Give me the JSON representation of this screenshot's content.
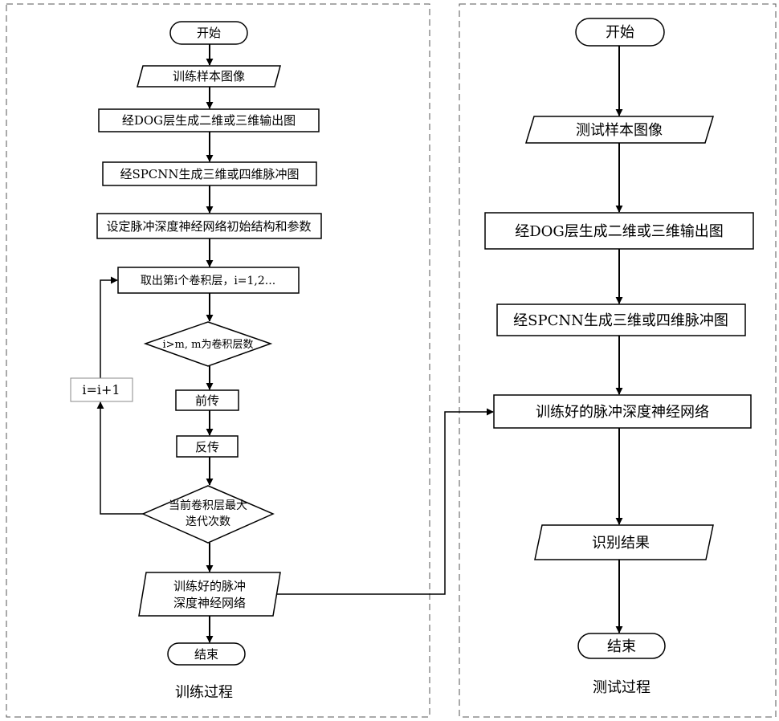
{
  "training": {
    "start": "开始",
    "input": "训练样本图像",
    "dog": "经DOG层生成二维或三维输出图",
    "spcnn": "经SPCNN生成三维或四维脉冲图",
    "init": "设定脉冲深度神经网络初始结构和参数",
    "take_layer": "取出第i个卷积层，i=1,2...",
    "cond1": "i>m, m为卷积层数",
    "forward": "前传",
    "backward": "反传",
    "cond2_line1": "当前卷积层最大",
    "cond2_line2": "迭代次数",
    "increment": "i=i+1",
    "output_line1": "训练好的脉冲",
    "output_line2": "深度神经网络",
    "end": "结束",
    "caption": "训练过程"
  },
  "testing": {
    "start": "开始",
    "input": "测试样本图像",
    "dog": "经DOG层生成二维或三维输出图",
    "spcnn": "经SPCNN生成三维或四维脉冲图",
    "trained_net": "训练好的脉冲深度神经网络",
    "result": "识别结果",
    "end": "结束",
    "caption": "测试过程"
  }
}
